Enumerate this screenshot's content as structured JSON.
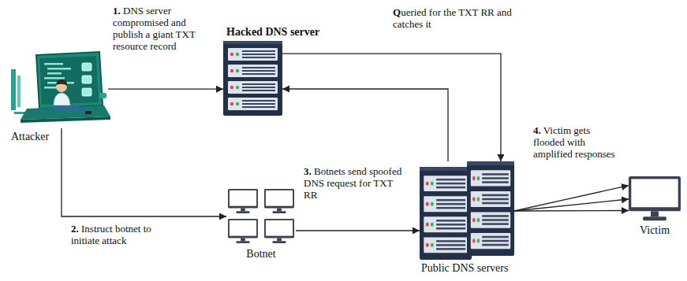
{
  "diagram": {
    "nodes": [
      {
        "text": [
          "Attacker"
        ]
      },
      {
        "text": [
          "Hacked DNS server"
        ]
      },
      {
        "text": [
          "Botnet"
        ]
      },
      {
        "text": [
          "Public DNS servers"
        ]
      },
      {
        "text": [
          "Victim"
        ]
      }
    ],
    "edges": [
      {
        "from": 0,
        "to": 1,
        "arrow": "to",
        "label": "1. DNS server compromised and publish a giant TXT resource record"
      },
      {
        "from": 1,
        "to": 3,
        "arrow": "to",
        "label": "Queried for the TXT RR and catches it"
      },
      {
        "from": 3,
        "to": 1,
        "arrow": "to"
      },
      {
        "from": 0,
        "to": 2,
        "arrow": "to",
        "label": "2. Instruct botnet to initiate attack"
      },
      {
        "from": 2,
        "to": 3,
        "arrow": "to",
        "label": "3. Botnets send spoofed DNS request for TXT RR"
      },
      {
        "from": 3,
        "to": 4,
        "arrow": "to",
        "label": "4. Victim gets flooded with amplified responses"
      },
      {
        "from": 3,
        "to": 4,
        "arrow": "to"
      },
      {
        "from": 3,
        "to": 4,
        "arrow": "to"
      }
    ]
  }
}
